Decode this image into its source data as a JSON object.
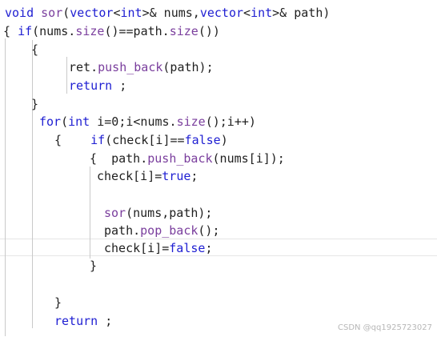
{
  "editor": {
    "lines": [
      [
        {
          "t": "void",
          "c": "kw"
        },
        {
          "t": " "
        },
        {
          "t": "sor",
          "c": "fn"
        },
        {
          "t": "("
        },
        {
          "t": "vector",
          "c": "kw"
        },
        {
          "t": "<"
        },
        {
          "t": "int",
          "c": "kw"
        },
        {
          "t": ">& nums,"
        },
        {
          "t": "vector",
          "c": "kw"
        },
        {
          "t": "<"
        },
        {
          "t": "int",
          "c": "kw"
        },
        {
          "t": ">& path)"
        }
      ],
      [
        {
          "t": "{ "
        },
        {
          "t": "if",
          "c": "kw"
        },
        {
          "t": "(nums."
        },
        {
          "t": "size",
          "c": "fn"
        },
        {
          "t": "()==path."
        },
        {
          "t": "size",
          "c": "fn"
        },
        {
          "t": "())"
        }
      ],
      [
        {
          "t": "{"
        }
      ],
      [
        {
          "t": "ret."
        },
        {
          "t": "push_back",
          "c": "fn"
        },
        {
          "t": "(path);"
        }
      ],
      [
        {
          "t": "return",
          "c": "kw"
        },
        {
          "t": " ;"
        }
      ],
      [
        {
          "t": "}"
        }
      ],
      [
        {
          "t": "for",
          "c": "kw"
        },
        {
          "t": "("
        },
        {
          "t": "int",
          "c": "kw"
        },
        {
          "t": " i=0;i<nums."
        },
        {
          "t": "size",
          "c": "fn"
        },
        {
          "t": "();i++)"
        }
      ],
      [
        {
          "t": "{    "
        },
        {
          "t": "if",
          "c": "kw"
        },
        {
          "t": "(check[i]=="
        },
        {
          "t": "false",
          "c": "kw"
        },
        {
          "t": ")"
        }
      ],
      [
        {
          "t": "{  path."
        },
        {
          "t": "push_back",
          "c": "fn"
        },
        {
          "t": "(nums[i]);"
        }
      ],
      [
        {
          "t": "check[i]="
        },
        {
          "t": "true",
          "c": "kw"
        },
        {
          "t": ";"
        }
      ],
      [
        {
          "t": ""
        }
      ],
      [
        {
          "t": "sor",
          "c": "fn"
        },
        {
          "t": "(nums,path);"
        }
      ],
      [
        {
          "t": "path."
        },
        {
          "t": "pop_back",
          "c": "fn"
        },
        {
          "t": "();"
        }
      ],
      [
        {
          "t": "check[i]="
        },
        {
          "t": "false",
          "c": "kw"
        },
        {
          "t": ";"
        }
      ],
      [
        {
          "t": "}"
        }
      ],
      [
        {
          "t": ""
        }
      ],
      [
        {
          "t": "}"
        }
      ],
      [
        {
          "t": "return",
          "c": "kw"
        },
        {
          "t": " ;"
        }
      ]
    ]
  },
  "watermark": "CSDN @qq1925723027",
  "colors": {
    "keyword": "#1e1ed2",
    "function": "#7a3e9d",
    "text": "#1f1f1f",
    "guide": "#c9c9c9"
  }
}
